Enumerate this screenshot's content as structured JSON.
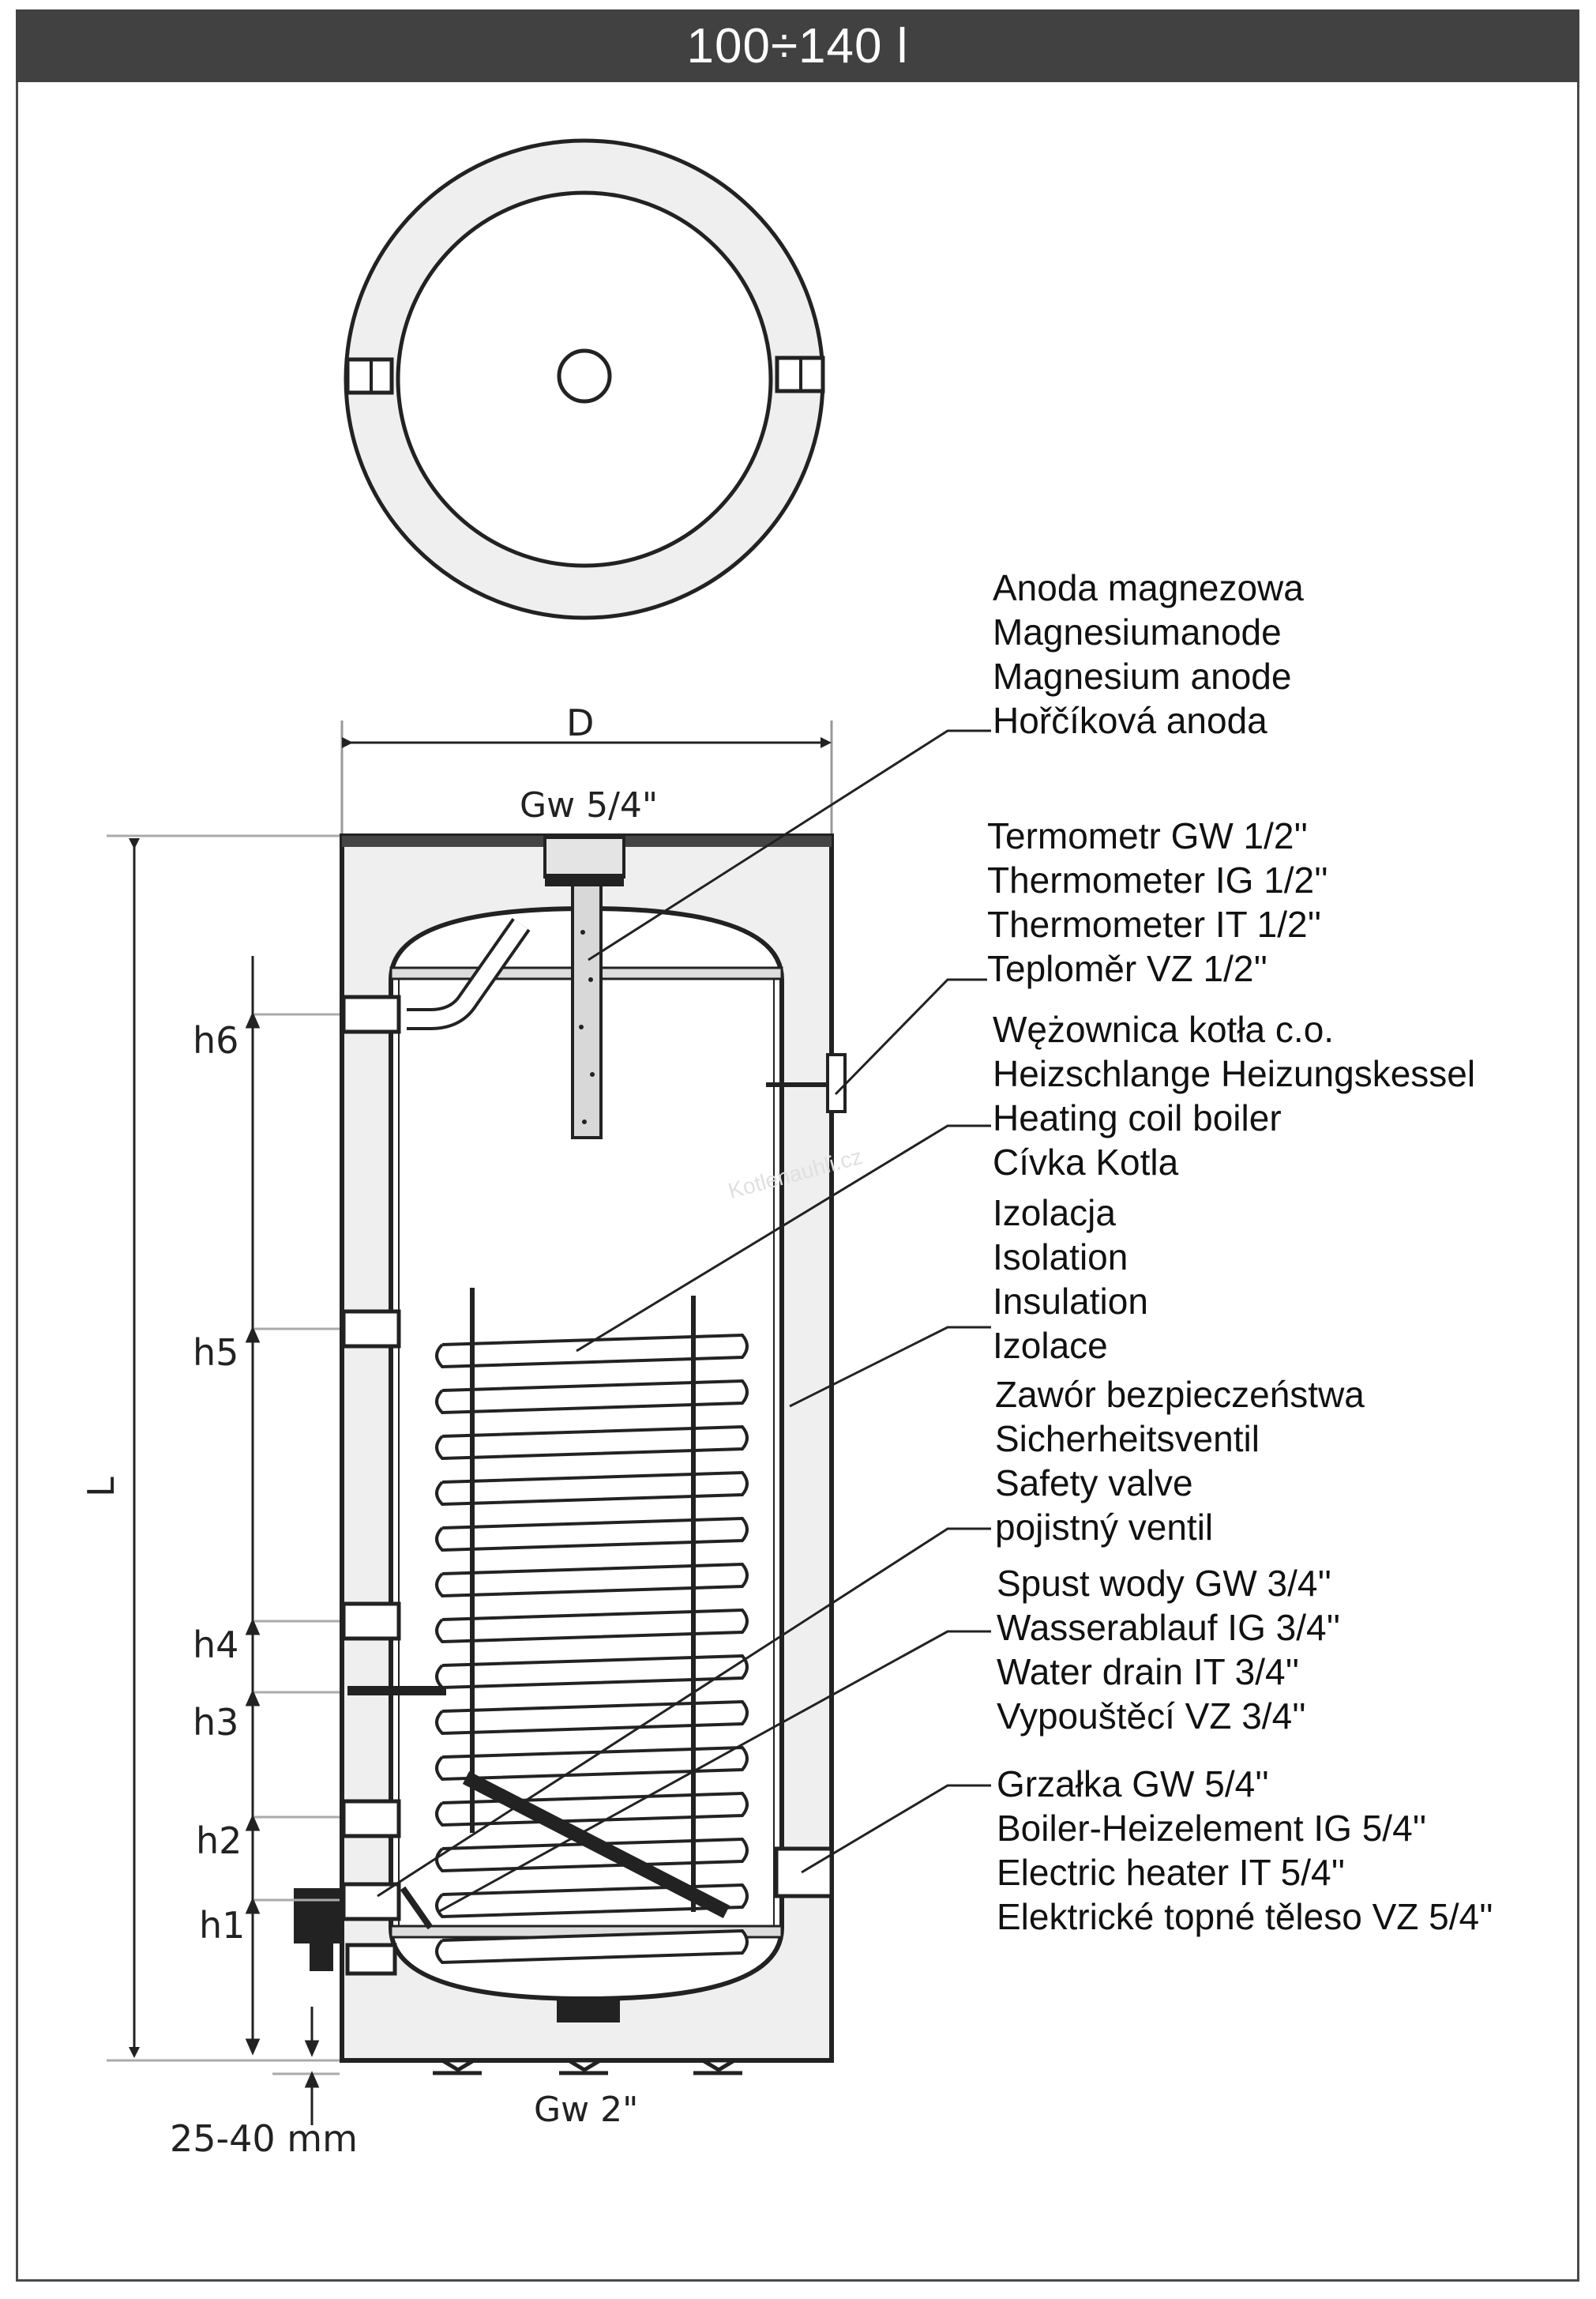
{
  "title": "100÷140 l",
  "watermark": "Kotlenauhli.cz",
  "dimensions": {
    "D": "D",
    "L": "L",
    "h1": "h1",
    "h2": "h2",
    "h3": "h3",
    "h4": "h4",
    "h5": "h5",
    "h6": "h6",
    "top_connection": "Gw 5/4\"",
    "bottom_connection": "Gw 2\"",
    "feet": "25-40 mm"
  },
  "labels": {
    "anode": [
      "Anoda magnezowa",
      "Magnesiumanode",
      "Magnesium anode",
      "Hořčíková anoda"
    ],
    "thermometer": [
      "Termometr GW 1/2''",
      "Thermometer IG 1/2''",
      "Thermometer IT 1/2''",
      "Teploměr VZ 1/2''"
    ],
    "coil": [
      "Wężownica kotła c.o.",
      "Heizschlange Heizungskessel",
      "Heating coil boiler",
      "Cívka Kotla"
    ],
    "insulation": [
      "Izolacja",
      "Isolation",
      "Insulation",
      "Izolace"
    ],
    "safety_valve": [
      "Zawór bezpieczeństwa",
      "Sicherheitsventil",
      "Safety valve",
      "pojistný ventil"
    ],
    "drain": [
      "Spust wody GW 3/4''",
      "Wasserablauf IG 3/4''",
      "Water drain IT 3/4''",
      "Vypouštěcí VZ 3/4''"
    ],
    "heater": [
      "Grzałka GW 5/4''",
      "Boiler-Heizelement IG 5/4''",
      "Electric heater IT 5/4''",
      "Elektrické topné těleso VZ 5/4''"
    ]
  }
}
